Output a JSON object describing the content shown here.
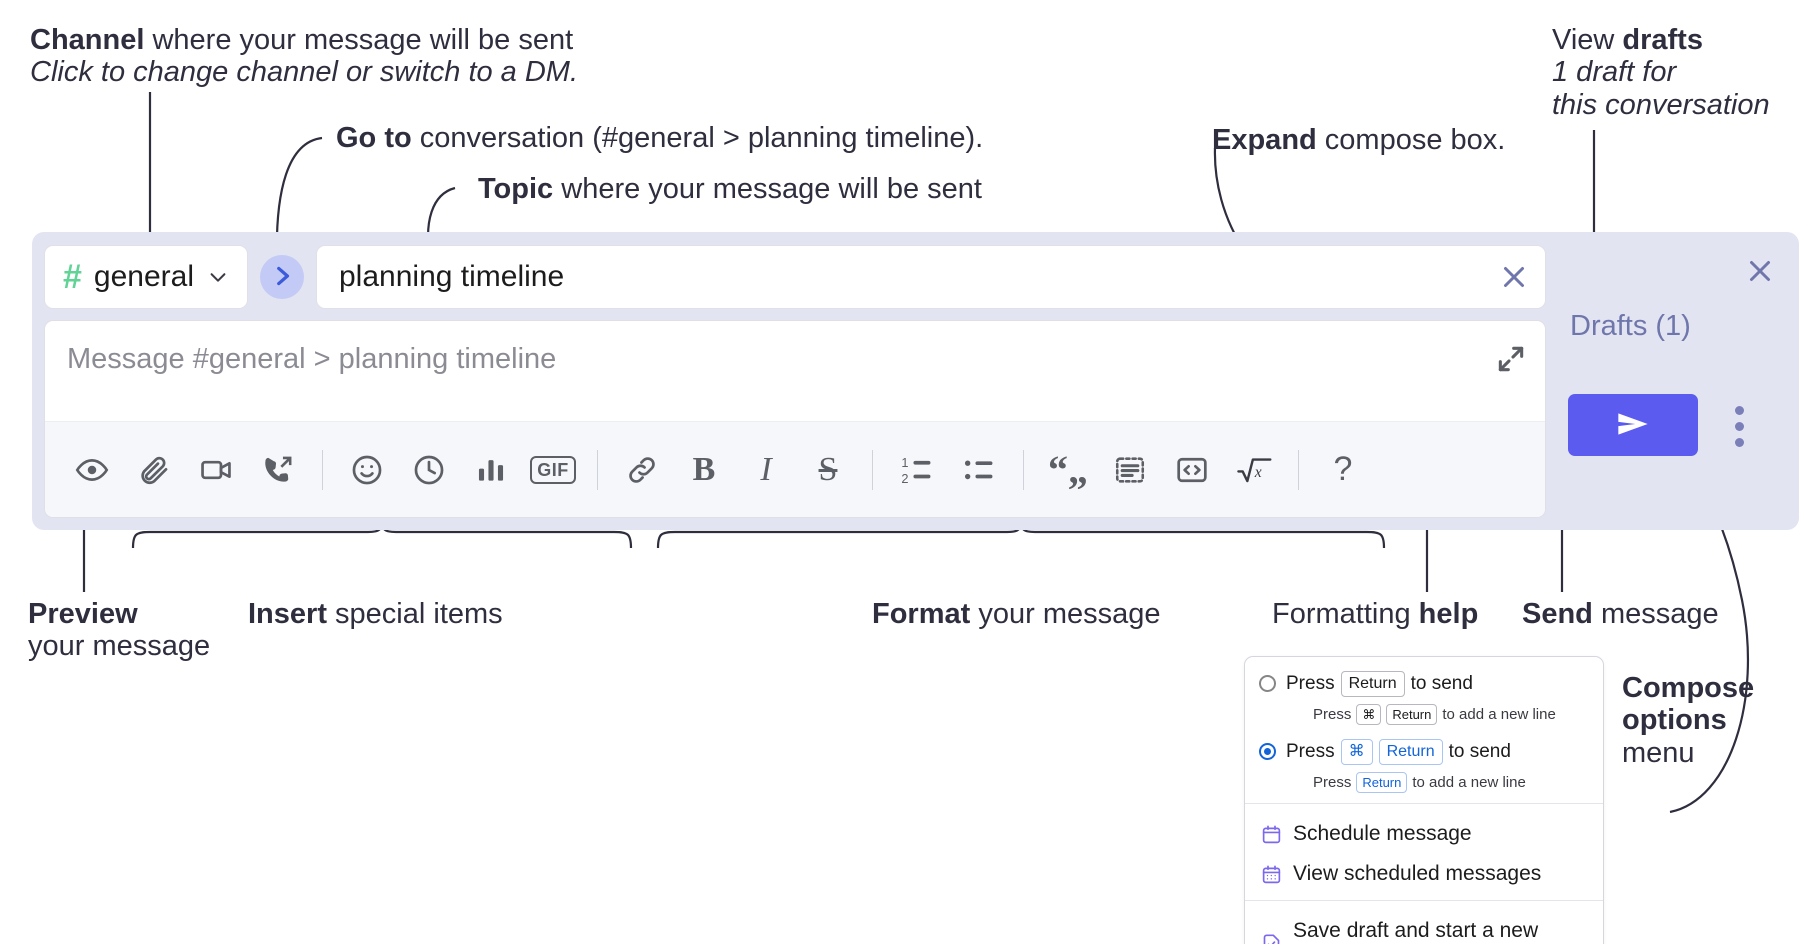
{
  "annotations": {
    "channel": {
      "strong": "Channel",
      "rest": " where your message will be sent",
      "italic": "Click to change channel or switch to a DM."
    },
    "goto": {
      "strong": "Go to",
      "rest": " conversation (#general > planning timeline)."
    },
    "topic": {
      "strong": "Topic",
      "rest": " where your message will be sent"
    },
    "expand": {
      "strong": "Expand",
      "rest": " compose box."
    },
    "drafts": {
      "strong_lead": "View ",
      "strong": "drafts",
      "italic_line1": "1 draft for",
      "italic_line2": "this conversation"
    },
    "preview": {
      "strong": "Preview",
      "line2": "your message"
    },
    "insert": {
      "strong": "Insert",
      "rest": " special items"
    },
    "format": {
      "strong": "Format",
      "rest": " your message"
    },
    "formatting_help": {
      "lead": "Formatting ",
      "strong": "help"
    },
    "send": {
      "strong": "Send",
      "rest": " message"
    },
    "compose_options": {
      "strong_line1": "Compose",
      "strong_line2": "options",
      "line3": "menu"
    }
  },
  "compose": {
    "channel": {
      "hash": "#",
      "name": "general"
    },
    "topic": {
      "value": "planning timeline"
    },
    "message": {
      "placeholder": "Message #general > planning timeline"
    },
    "drafts_label": "Drafts (1)",
    "toolbar": [
      {
        "name": "preview-icon",
        "kind": "icon",
        "label": "Preview"
      },
      {
        "name": "attachment-icon",
        "kind": "icon",
        "label": "Attach file"
      },
      {
        "name": "video-clip-icon",
        "kind": "icon",
        "label": "Record video clip"
      },
      {
        "name": "audio-clip-icon",
        "kind": "icon",
        "label": "Record audio clip"
      },
      {
        "name": "separator",
        "kind": "sep",
        "label": ""
      },
      {
        "name": "emoji-icon",
        "kind": "icon",
        "label": "Emoji"
      },
      {
        "name": "clock-icon",
        "kind": "icon",
        "label": "Reminder"
      },
      {
        "name": "poll-icon",
        "kind": "icon",
        "label": "Poll"
      },
      {
        "name": "gif-icon",
        "kind": "text",
        "label": "GIF"
      },
      {
        "name": "separator",
        "kind": "sep",
        "label": ""
      },
      {
        "name": "link-icon",
        "kind": "icon",
        "label": "Link"
      },
      {
        "name": "bold-icon",
        "kind": "text",
        "label": "B"
      },
      {
        "name": "italic-icon",
        "kind": "text",
        "label": "I"
      },
      {
        "name": "strikethrough-icon",
        "kind": "text",
        "label": "S"
      },
      {
        "name": "separator",
        "kind": "sep",
        "label": ""
      },
      {
        "name": "ordered-list-icon",
        "kind": "icon",
        "label": "Ordered list"
      },
      {
        "name": "bulleted-list-icon",
        "kind": "icon",
        "label": "Bulleted list"
      },
      {
        "name": "separator",
        "kind": "sep",
        "label": ""
      },
      {
        "name": "blockquote-icon",
        "kind": "text",
        "label": "“„"
      },
      {
        "name": "code-block-icon",
        "kind": "icon",
        "label": "Code block"
      },
      {
        "name": "code-snippet-icon",
        "kind": "icon",
        "label": "Code snippet"
      },
      {
        "name": "math-icon",
        "kind": "icon",
        "label": "Math"
      },
      {
        "name": "separator",
        "kind": "sep",
        "label": ""
      },
      {
        "name": "help-icon",
        "kind": "text",
        "label": "?"
      }
    ]
  },
  "dropdown": {
    "options": [
      {
        "selected": false,
        "press": "Press",
        "key": "Return",
        "tail": "to send",
        "sub_press": "Press",
        "sub_key_1": "⌘",
        "sub_key_2": "Return",
        "sub_tail": "to add a new line"
      },
      {
        "selected": true,
        "press": "Press",
        "key_1": "⌘",
        "key_2": "Return",
        "tail": "to send",
        "sub_press": "Press",
        "sub_key": "Return",
        "sub_tail": "to add a new line"
      }
    ],
    "items": [
      {
        "icon": "calendar-icon",
        "label": "Schedule message"
      },
      {
        "icon": "calendar-grid-icon",
        "label": "View scheduled messages"
      },
      {
        "icon": "save-draft-icon",
        "label": "Save draft and start a new message"
      }
    ]
  },
  "colors": {
    "compose_bg": "#e3e4f1",
    "send_button": "#5b5bf0",
    "hash_green": "#62d396",
    "goto_circle": "#c3caf6",
    "drafts_text": "#6f76ab",
    "radio_blue": "#1264d8"
  }
}
